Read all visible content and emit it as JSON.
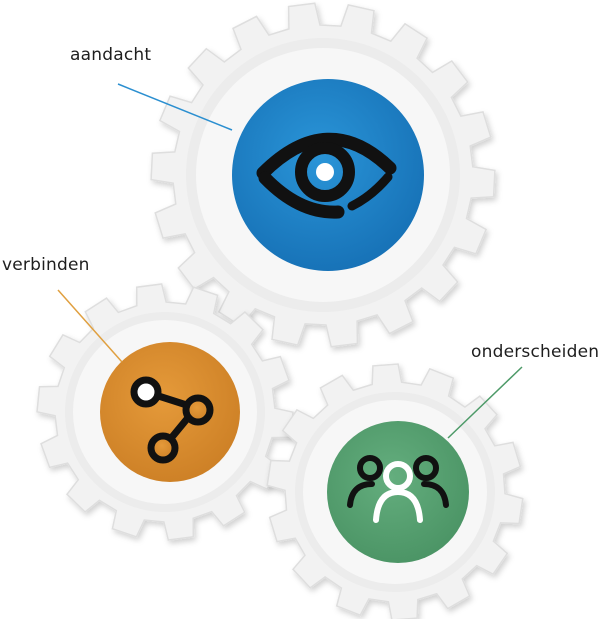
{
  "labels": {
    "top": "aandacht",
    "left": "verbinden",
    "right": "onderscheiden"
  },
  "gears": [
    {
      "key": "top",
      "icon": "eye-icon",
      "color": "#1b7fc4",
      "line_color": "#2b8fd0"
    },
    {
      "key": "left",
      "icon": "share-icon",
      "color": "#d98b2e",
      "line_color": "#e0a040"
    },
    {
      "key": "right",
      "icon": "people-icon",
      "color": "#55a070",
      "line_color": "#4d9a68"
    }
  ]
}
